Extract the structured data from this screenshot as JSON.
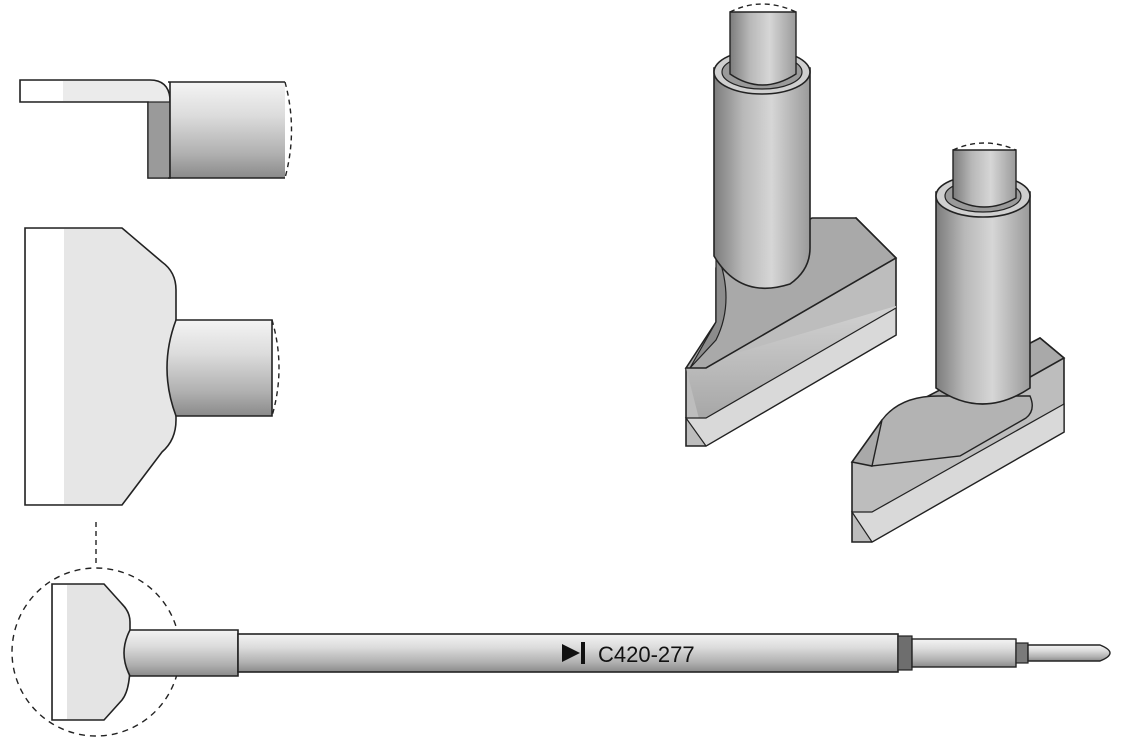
{
  "figure": {
    "part_number": "C420-277",
    "views": [
      "side-view",
      "top-view",
      "iso-view-front",
      "iso-view-back",
      "full-tip-view"
    ],
    "colors": {
      "outline": "#222222",
      "metal_light": "#e6e6e6",
      "metal_mid": "#c4c4c4",
      "metal_dark": "#8e8e8e",
      "band": "#6e6e6e",
      "highlight": "#ffffff"
    }
  }
}
